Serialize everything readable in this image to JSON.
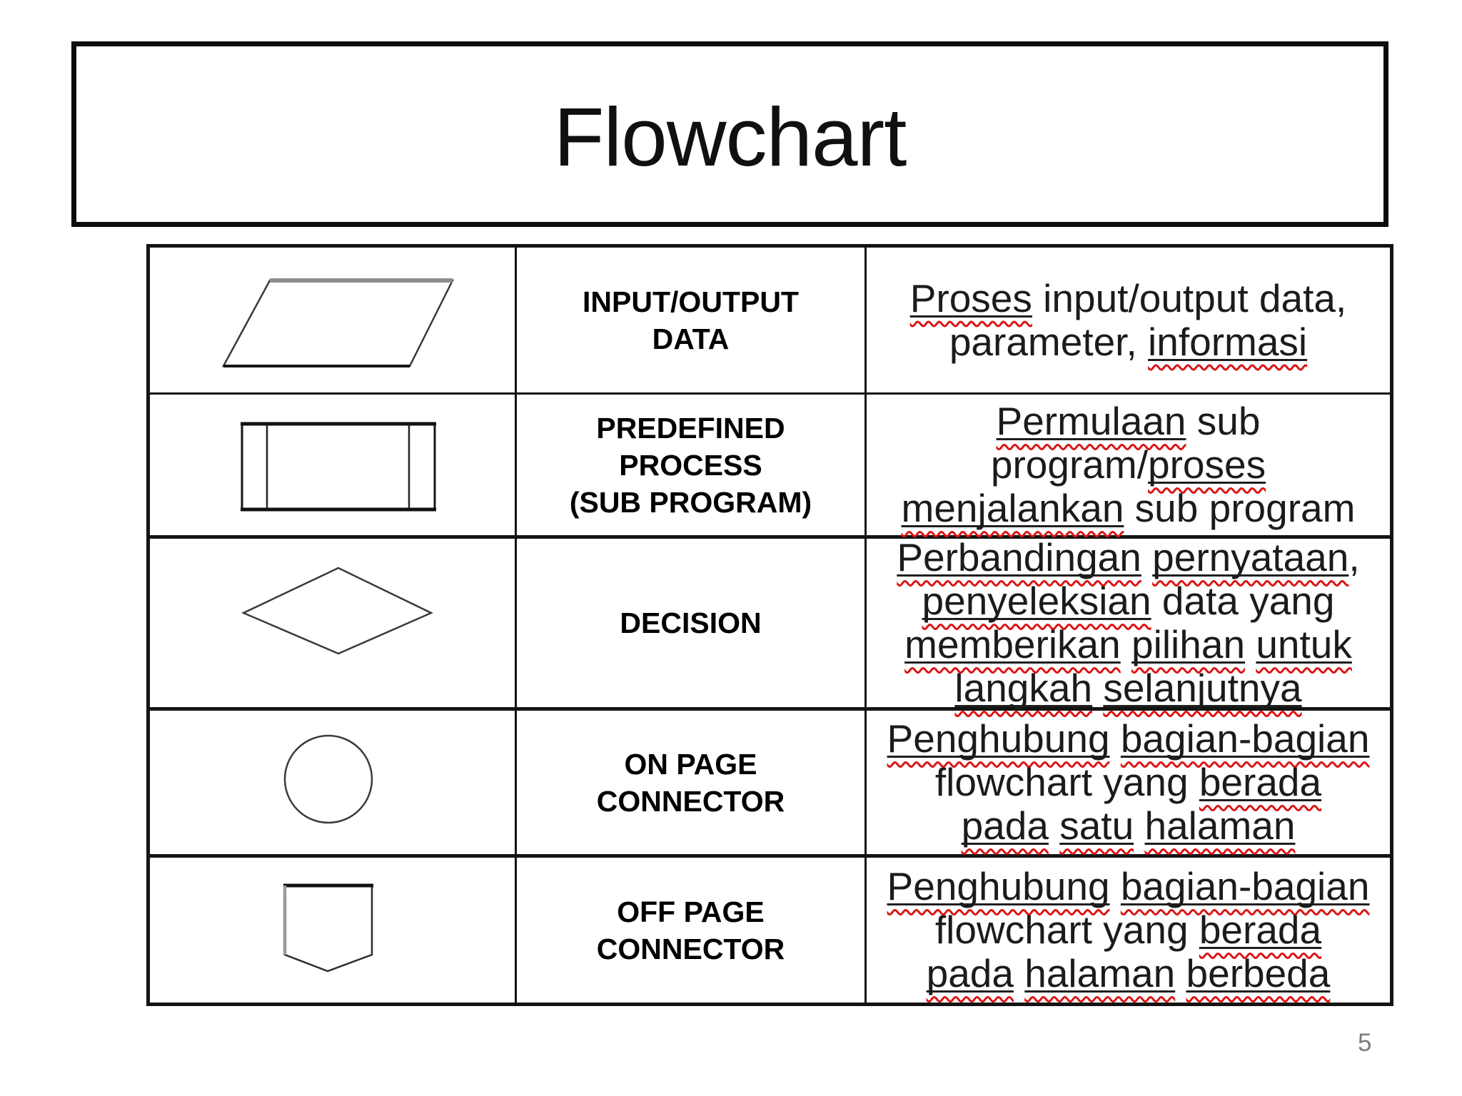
{
  "slide": {
    "title": "Flowchart",
    "page_number": "5"
  },
  "colors": {
    "ink": "#1b1b1b",
    "table_line": "#141414",
    "spellcheck_squiggle": "#dd1313",
    "word_underline": "#1f1f1f",
    "page_number": "#7c7c7c"
  },
  "table": {
    "rows": [
      {
        "shape": "parallelogram",
        "symbol_name_lines": [
          "INPUT/OUTPUT",
          "DATA"
        ],
        "description_lines": [
          [
            {
              "t": "Proses",
              "f": true
            },
            {
              "t": " input/output data,",
              "f": false
            }
          ],
          [
            {
              "t": "parameter, ",
              "f": false
            },
            {
              "t": "informasi",
              "f": true
            }
          ]
        ]
      },
      {
        "shape": "predefined-process",
        "symbol_name_lines": [
          "PREDEFINED",
          "PROCESS",
          "(SUB PROGRAM)"
        ],
        "description_lines": [
          [
            {
              "t": "Permulaan",
              "f": true
            },
            {
              "t": " sub",
              "f": false
            }
          ],
          [
            {
              "t": "program/",
              "f": false
            },
            {
              "t": "proses",
              "f": true
            }
          ],
          [
            {
              "t": "menjalankan",
              "f": true
            },
            {
              "t": " sub program",
              "f": false
            }
          ]
        ]
      },
      {
        "shape": "decision-diamond",
        "symbol_name_lines": [
          "DECISION"
        ],
        "description_lines": [
          [
            {
              "t": "Perbandingan",
              "f": true
            },
            {
              "t": " ",
              "f": false
            },
            {
              "t": "pernyataan",
              "f": true
            },
            {
              "t": ",",
              "f": false
            }
          ],
          [
            {
              "t": "penyeleksian",
              "f": true
            },
            {
              "t": " data yang",
              "f": false
            }
          ],
          [
            {
              "t": "memberikan",
              "f": true
            },
            {
              "t": " ",
              "f": false
            },
            {
              "t": "pilihan",
              "f": true
            },
            {
              "t": " ",
              "f": false
            },
            {
              "t": "untuk",
              "f": true
            }
          ],
          [
            {
              "t": "langkah",
              "f": true
            },
            {
              "t": " ",
              "f": false
            },
            {
              "t": "selanjutnya",
              "f": true
            }
          ]
        ]
      },
      {
        "shape": "circle",
        "symbol_name_lines": [
          "ON PAGE",
          "CONNECTOR"
        ],
        "description_lines": [
          [
            {
              "t": "Penghubung",
              "f": true
            },
            {
              "t": " ",
              "f": false
            },
            {
              "t": "bagian-bagian",
              "f": true
            }
          ],
          [
            {
              "t": "flowchart yang ",
              "f": false
            },
            {
              "t": "berada",
              "f": true
            }
          ],
          [
            {
              "t": "pada",
              "f": true
            },
            {
              "t": " ",
              "f": false
            },
            {
              "t": "satu",
              "f": true
            },
            {
              "t": " ",
              "f": false
            },
            {
              "t": "halaman",
              "f": true
            }
          ]
        ]
      },
      {
        "shape": "off-page-pentagon",
        "symbol_name_lines": [
          "OFF PAGE",
          "CONNECTOR"
        ],
        "description_lines": [
          [
            {
              "t": "Penghubung",
              "f": true
            },
            {
              "t": " ",
              "f": false
            },
            {
              "t": "bagian-bagian",
              "f": true
            }
          ],
          [
            {
              "t": "flowchart yang ",
              "f": false
            },
            {
              "t": "berada",
              "f": true
            }
          ],
          [
            {
              "t": "pada",
              "f": true
            },
            {
              "t": " ",
              "f": false
            },
            {
              "t": "halaman",
              "f": true
            },
            {
              "t": " ",
              "f": false
            },
            {
              "t": "berbeda",
              "f": true
            }
          ]
        ]
      }
    ]
  }
}
